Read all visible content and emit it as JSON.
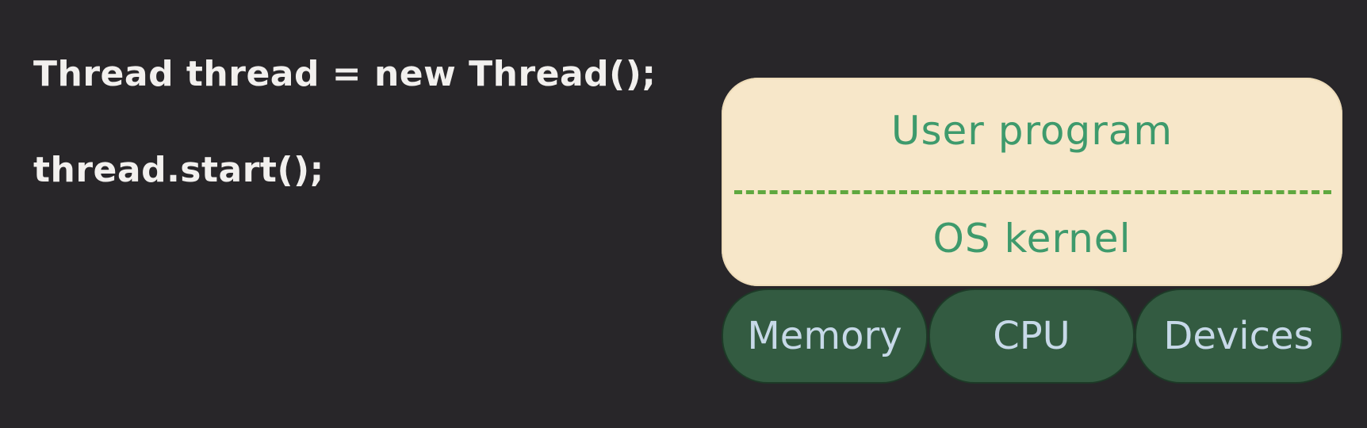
{
  "code": {
    "line1": "Thread thread = new Thread();",
    "line2": "thread.start();"
  },
  "diagram": {
    "user_program": "User program",
    "os_kernel": "OS kernel",
    "hardware": [
      "Memory",
      "CPU",
      "Devices"
    ]
  },
  "colors": {
    "background": "#282629",
    "code_text": "#f2f0ee",
    "layer_fill": "#f7e7c9",
    "layer_text": "#3e9a6c",
    "divider": "#5fa83f",
    "hardware_fill": "#335b41",
    "hardware_text": "#c7d9e8"
  }
}
